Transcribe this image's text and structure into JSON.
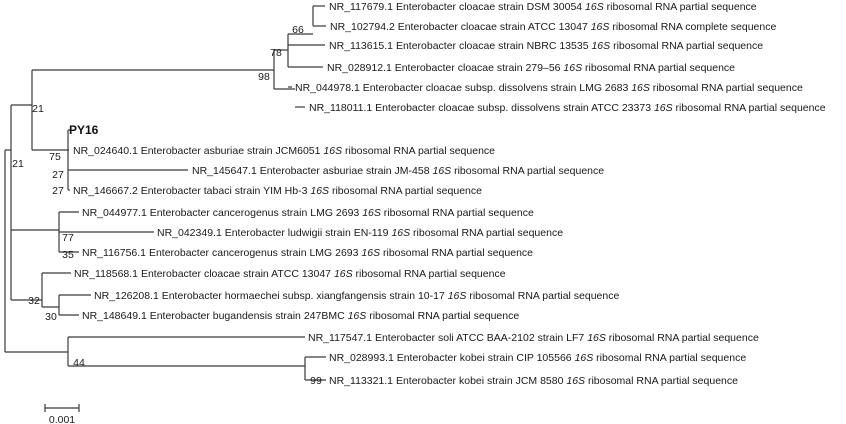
{
  "tree": {
    "leaves": [
      {
        "id": "l1",
        "prefix": "NR_117679.1 Enterobacter cloacae strain DSM 30054 ",
        "italic": "16S",
        "suffix": " ribosomal RNA partial sequence"
      },
      {
        "id": "l2",
        "prefix": "NR_102794.2 Enterobacter cloacae strain ATCC 13047 ",
        "italic": "16S",
        "suffix": " ribosomal RNA complete sequence"
      },
      {
        "id": "l3",
        "prefix": "NR_113615.1 Enterobacter cloacae strain NBRC 13535 ",
        "italic": "16S",
        "suffix": " ribosomal RNA partial sequence"
      },
      {
        "id": "l4",
        "prefix": "NR_028912.1 Enterobacter cloacae strain 279–56 ",
        "italic": "16S",
        "suffix": " ribosomal RNA partial sequence"
      },
      {
        "id": "l5",
        "prefix": "NR_044978.1 Enterobacter cloacae subsp. dissolvens strain LMG 2683 ",
        "italic": "16S",
        "suffix": " ribosomal RNA partial sequence"
      },
      {
        "id": "l6",
        "prefix": "NR_118011.1 Enterobacter cloacae subsp. dissolvens strain ATCC 23373 ",
        "italic": "16S",
        "suffix": " ribosomal RNA partial sequence"
      },
      {
        "id": "l7",
        "prefix": "PY16",
        "italic": "",
        "suffix": "",
        "bold": true
      },
      {
        "id": "l8",
        "prefix": "NR_024640.1 Enterobacter asburiae strain JCM6051 ",
        "italic": "16S",
        "suffix": " ribosomal RNA partial sequence"
      },
      {
        "id": "l9",
        "prefix": "NR_145647.1 Enterobacter asburiae strain JM-458 ",
        "italic": "16S",
        "suffix": " ribosomal RNA partial sequence"
      },
      {
        "id": "l10",
        "prefix": "NR_146667.2 Enterobacter tabaci strain YIM Hb-3 ",
        "italic": "16S",
        "suffix": " ribosomal RNA partial sequence"
      },
      {
        "id": "l11",
        "prefix": "NR_044977.1 Enterobacter cancerogenus strain LMG 2693 ",
        "italic": "16S",
        "suffix": " ribosomal RNA partial sequence"
      },
      {
        "id": "l12",
        "prefix": "NR_042349.1 Enterobacter ludwigii strain EN-119 ",
        "italic": "16S",
        "suffix": " ribosomal RNA partial sequence"
      },
      {
        "id": "l13",
        "prefix": "NR_116756.1 Enterobacter cancerogenus strain LMG 2693 ",
        "italic": "16S",
        "suffix": " ribosomal RNA partial sequence"
      },
      {
        "id": "l14",
        "prefix": "NR_118568.1 Enterobacter cloacae strain ATCC 13047 ",
        "italic": "16S",
        "suffix": " ribosomal RNA partial sequence"
      },
      {
        "id": "l15",
        "prefix": "NR_126208.1 Enterobacter hormaechei subsp. xiangfangensis strain 10-17 ",
        "italic": "16S",
        "suffix": " ribosomal RNA partial sequence"
      },
      {
        "id": "l16",
        "prefix": "NR_148649.1 Enterobacter bugandensis strain 247BMC ",
        "italic": "16S",
        "suffix": " ribosomal RNA partial sequence"
      },
      {
        "id": "l17",
        "prefix": "NR_117547.1 Enterobacter soli ATCC BAA-2102 strain LF7 ",
        "italic": "16S",
        "suffix": " ribosomal RNA partial sequence"
      },
      {
        "id": "l18",
        "prefix": "NR_028993.1 Enterobacter kobei strain CIP 105566 ",
        "italic": "16S",
        "suffix": " ribosomal RNA partial sequence"
      },
      {
        "id": "l19",
        "prefix": "NR_113321.1 Enterobacter kobei strain JCM 8580 ",
        "italic": "16S",
        "suffix": " ribosomal RNA partial sequence"
      }
    ],
    "bootstrap": {
      "b66": "66",
      "b78": "78",
      "b98": "98",
      "b21a": "21",
      "b75": "75",
      "b27a": "27",
      "b27b": "27",
      "b77": "77",
      "b35": "35",
      "b21b": "21",
      "b32": "32",
      "b30": "30",
      "b44": "44",
      "b99": "99"
    },
    "scale_bar": {
      "label": "0.001"
    }
  }
}
